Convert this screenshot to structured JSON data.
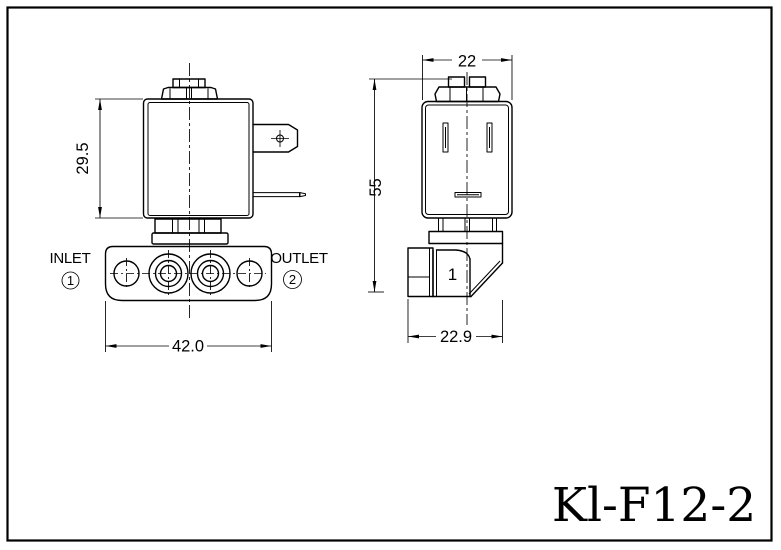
{
  "title_block": {
    "model": "Kl-F12-2"
  },
  "front_view": {
    "dim_height": "29.5",
    "dim_base_width": "42.0",
    "inlet_label": "INLET",
    "inlet_number": "1",
    "outlet_label": "OUTLET",
    "outlet_number": "2"
  },
  "side_view": {
    "dim_width": "22",
    "dim_height": "55",
    "dim_base_width": "22.9",
    "connector_mark": "1"
  },
  "colors": {
    "line": "#000000",
    "background": "#ffffff"
  }
}
